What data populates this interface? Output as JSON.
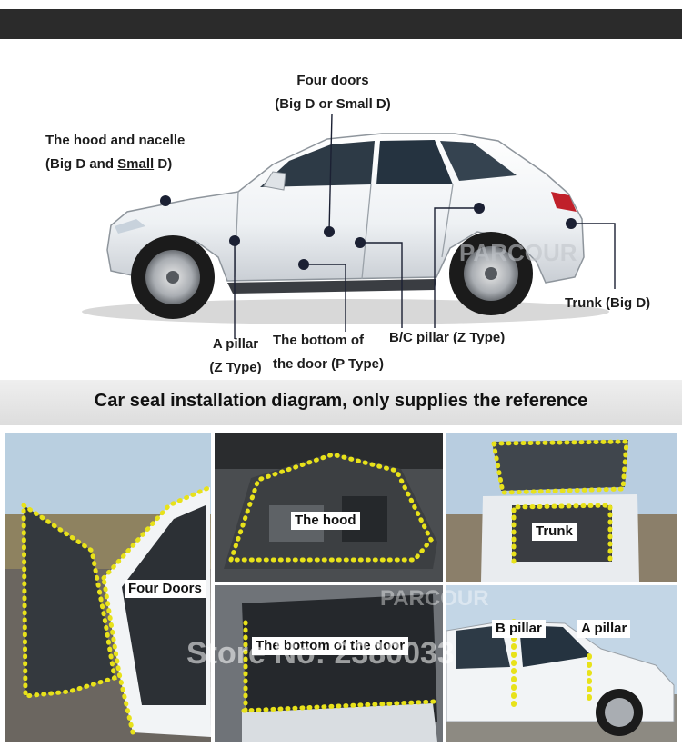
{
  "diagram": {
    "labels": {
      "four_doors_line1": "Four doors",
      "four_doors_line2": "(Big D or Small D)",
      "hood_line1": "The hood and nacelle",
      "hood_line2_a": "(Big D and ",
      "hood_line2_b": "Small",
      "hood_line2_c": " D)",
      "a_pillar_line1": "A pillar",
      "a_pillar_line2": "(Z Type)",
      "door_bottom_line1": "The bottom of",
      "door_bottom_line2": "the door (P Type)",
      "bc_pillar": "B/C pillar (Z Type)",
      "trunk": "Trunk (Big D)"
    },
    "watermark": "PARCOUR",
    "colors": {
      "car_body": "#f4f6f8",
      "seal_dot": "#e8e21a",
      "marker": "#1b2033"
    }
  },
  "banner": {
    "text": "Car seal installation diagram, only supplies the reference"
  },
  "photos": {
    "four_doors": "Four Doors",
    "hood": "The hood",
    "trunk": "Trunk",
    "door_bottom": "The bottom of the door",
    "b_pillar": "B pillar",
    "a_pillar": "A pillar"
  },
  "overlay": {
    "store_watermark": "Store No: 2380033",
    "brand_watermark": "PARCOUR"
  }
}
